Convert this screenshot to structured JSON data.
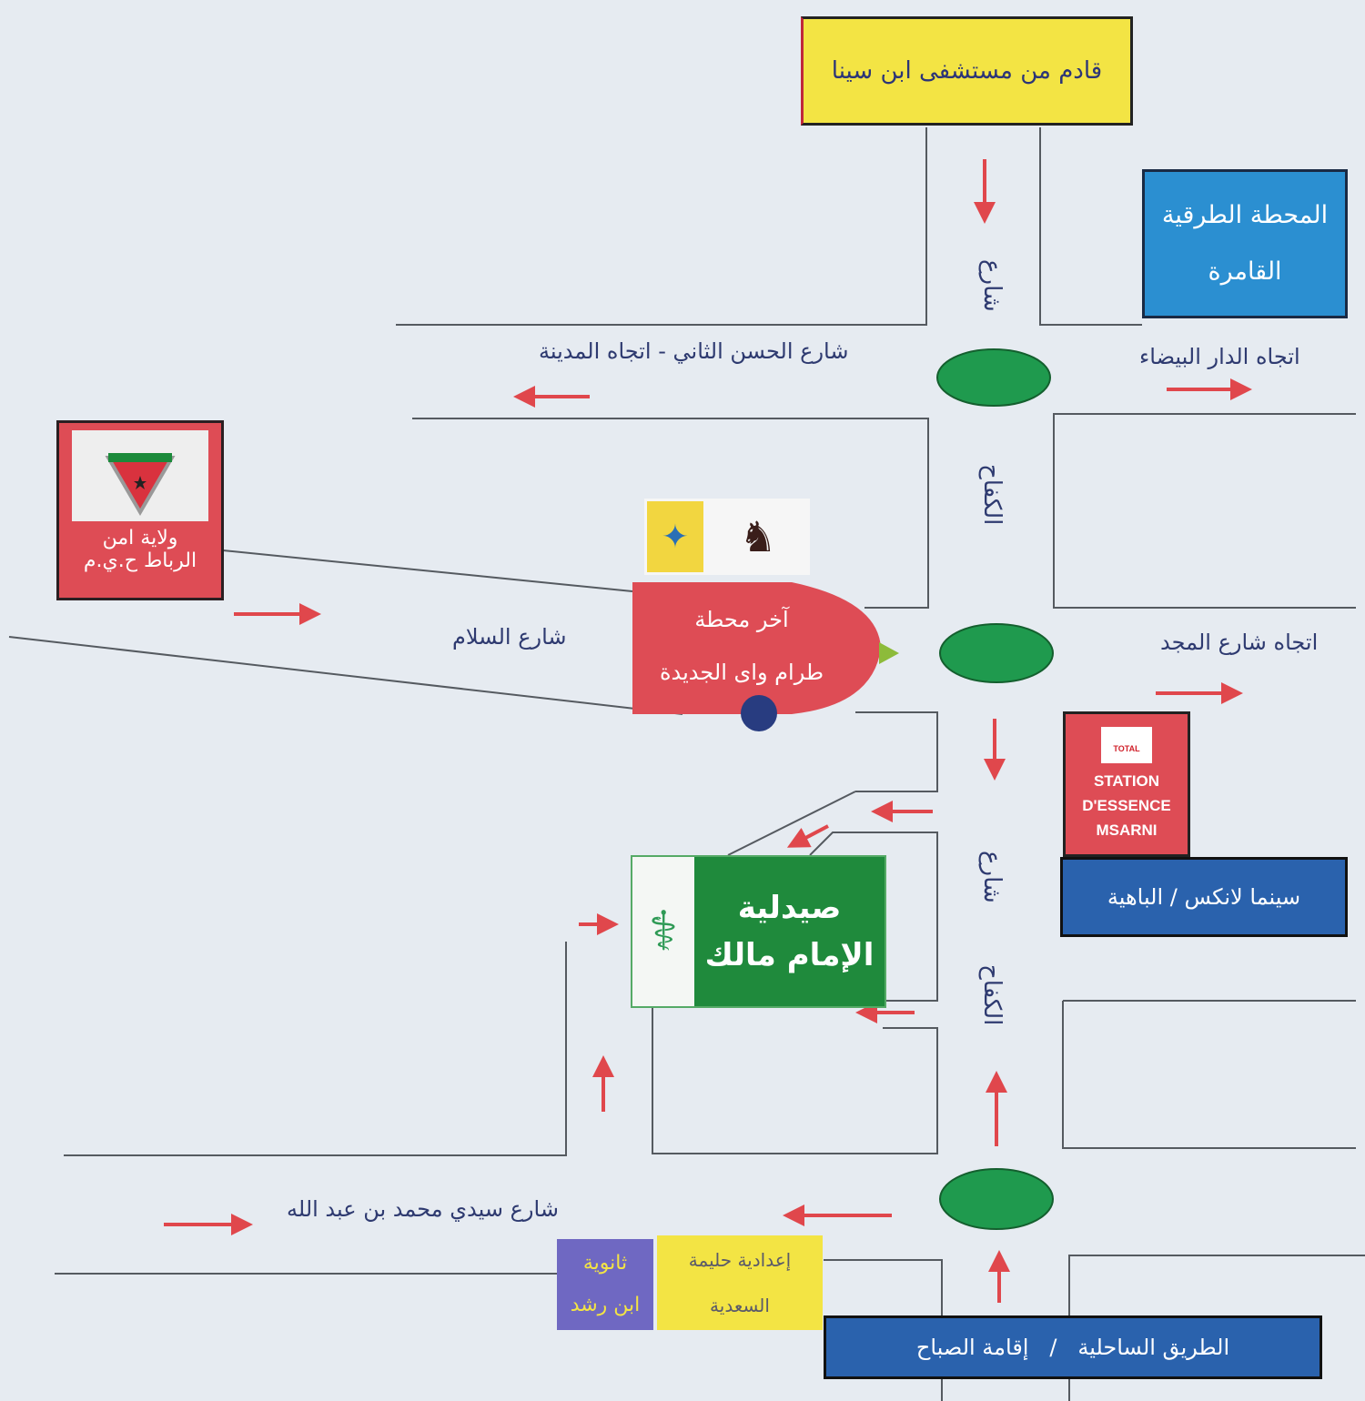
{
  "colors": {
    "arrow": "#e0474c",
    "roundabout": "#1f9a4e",
    "road": "#555a60",
    "yellow": "#f3e444",
    "blue": "#2b8fd1",
    "red": "#de4c55",
    "green": "#1f8a3c",
    "navy": "#2a62ad",
    "purple": "#6f68c2"
  },
  "top_origin": "قادم من مستشفى ابن سينا",
  "bus_station": {
    "line1": "المحطة الطرقية",
    "line2": "القامرة"
  },
  "hassan2": "شارع الحسن الثاني  - اتجاه المدينة",
  "casablanca": "اتجاه الدار البيضاء",
  "kifah_street_top": "شارع",
  "kifah_name_top": "الكفاح",
  "kifah_street_bottom": "شارع",
  "kifah_name_bottom": "الكفاح",
  "police": {
    "line1": "ولاية امن",
    "line2": "الرباط ح.ي.م"
  },
  "tram": {
    "line1": "آخر محطة",
    "line2": "طرام واى الجديدة"
  },
  "salam": "شارع السلام",
  "majd": "اتجاه شارع المجد",
  "total": {
    "logo": "TOTAL",
    "line1": "STATION",
    "line2": "D'ESSENCE",
    "line3": "MSARNI"
  },
  "cinema": "سينما لانكس / الباهية",
  "pharmacy": {
    "line1": "صيدلية",
    "line2": "الإمام مالك"
  },
  "sidi_mohamed": "شارع سيدي محمد بن عبد الله",
  "lycee": {
    "line1": "ثانوية",
    "line2": "ابن رشد"
  },
  "college": {
    "line1": "إعدادية حليمة",
    "line2": "السعدية"
  },
  "coastal": "الطريق الساحلية   /   إقامة الصباح"
}
